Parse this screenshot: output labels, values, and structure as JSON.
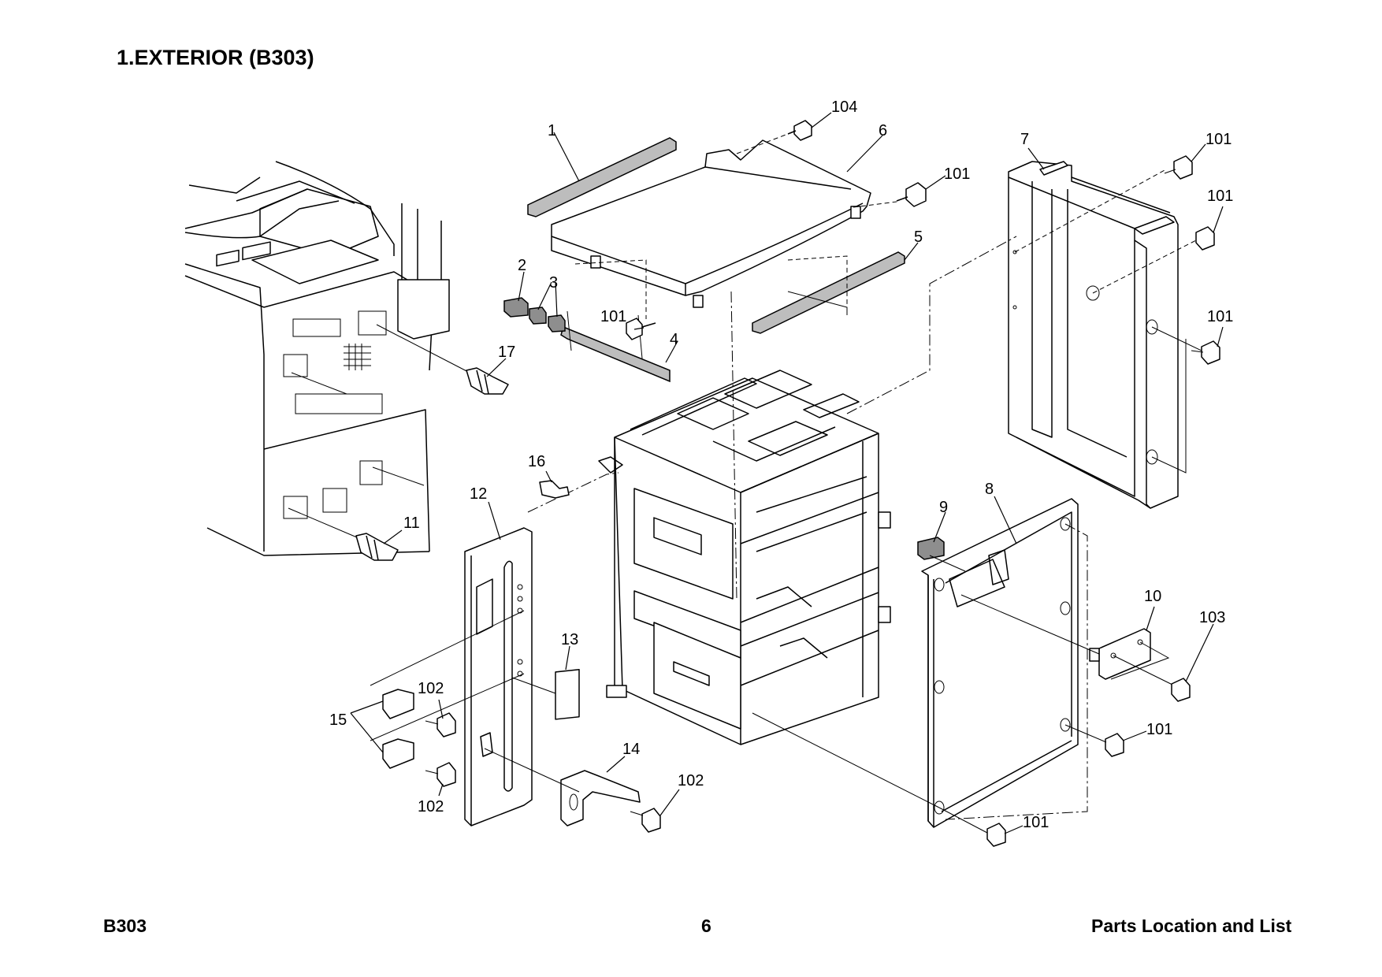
{
  "page": {
    "title": "1.EXTERIOR (B303)",
    "footer_left": "B303",
    "footer_center": "6",
    "footer_right": "Parts Location and List"
  },
  "callouts": {
    "c1": "1",
    "c2": "2",
    "c3": "3",
    "c4": "4",
    "c5": "5",
    "c6": "6",
    "c7": "7",
    "c8": "8",
    "c9": "9",
    "c10": "10",
    "c11": "11",
    "c12": "12",
    "c13": "13",
    "c14": "14",
    "c15": "15",
    "c16": "16",
    "c17": "17",
    "c104": "104",
    "c101a": "101",
    "c101b": "101",
    "c101c": "101",
    "c101d": "101",
    "c101e": "101",
    "c101f": "101",
    "c101g": "101",
    "c102a": "102",
    "c102b": "102",
    "c102c": "102",
    "c103": "103"
  }
}
